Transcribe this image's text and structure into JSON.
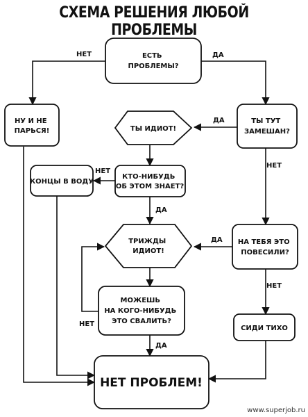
{
  "title": "СХЕМА РЕШЕНИЯ ЛЮБОЙ ПРОБЛЕМЫ",
  "watermark": "www.superjob.ru",
  "nodes": {
    "est_problemy": [
      "ЕСТЬ",
      "ПРОБЛЕМЫ?"
    ],
    "nu_i_ne_parsya": [
      "НУ И НЕ",
      "ПАРЬСЯ!"
    ],
    "ty_tut_zameshan": [
      "ТЫ ТУТ",
      "ЗАМЕШАН?"
    ],
    "ty_idiot": [
      "ТЫ ИДИОТ!"
    ],
    "kontsy_v_vodu": [
      "КОНЦЫ В ВОДУ"
    ],
    "kto_nibud_znaet": [
      "КТО-НИБУДЬ",
      "ОБ ЭТОМ ЗНАЕТ?"
    ],
    "trizhdy_idiot": [
      "ТРИЖДЫ",
      "ИДИОТ!"
    ],
    "na_tebya_povesili": [
      "НА ТЕБЯ ЭТО",
      "ПОВЕСИЛИ?"
    ],
    "mozhesh_svalit": [
      "МОЖЕШЬ",
      "НА КОГО-НИБУДЬ",
      "ЭТО СВАЛИТЬ?"
    ],
    "sidi_tikho": [
      "СИДИ ТИХО"
    ],
    "net_problem": [
      "НЕТ ПРОБЛЕМ!"
    ]
  },
  "labels": {
    "yes": "ДА",
    "no": "НЕТ"
  }
}
